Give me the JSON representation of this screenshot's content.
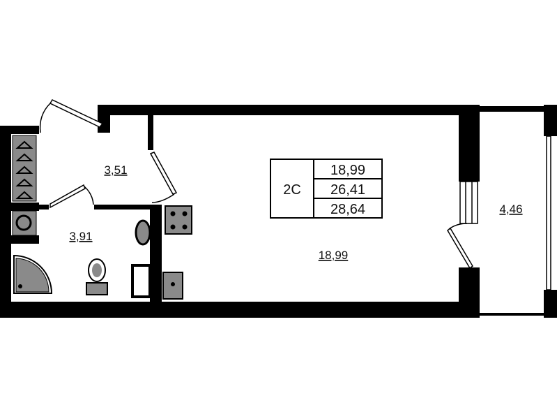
{
  "plan": {
    "apartment_type": "2С",
    "areas_summary": [
      "18,99",
      "26,41",
      "28,64"
    ],
    "rooms": {
      "hallway": "3,51",
      "bathroom": "3,91",
      "living_room": "18,99",
      "balcony": "4,46"
    },
    "colors": {
      "wall": "#000000",
      "fixture": "#8a8a8a",
      "background": "#ffffff"
    }
  }
}
